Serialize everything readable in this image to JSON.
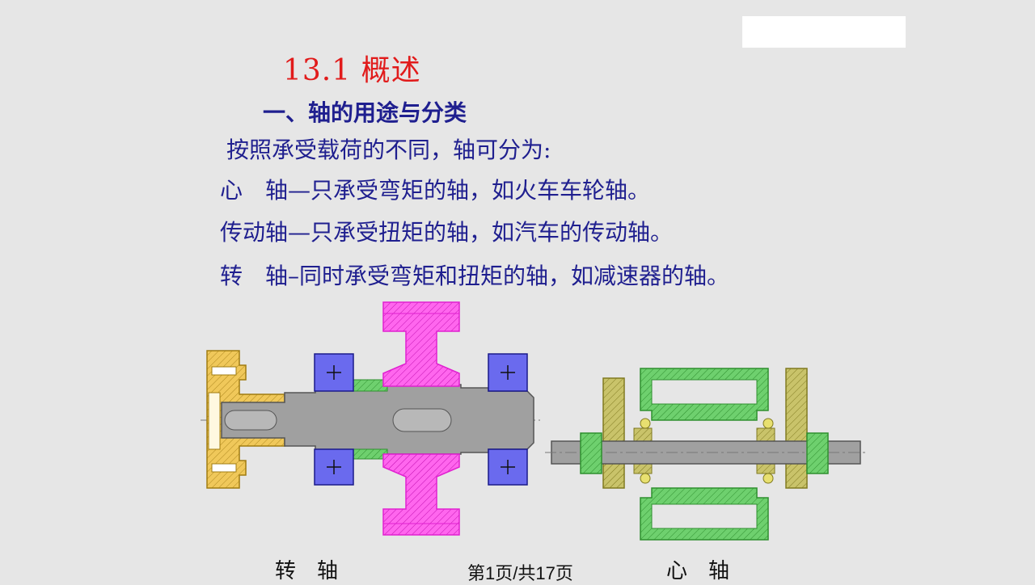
{
  "slide": {
    "title": "13.1  概述",
    "subtitle": "一、轴的用途与分类",
    "intro": "按照承受载荷的不同，轴可分为:",
    "lines": [
      "心　轴—只承受弯矩的轴，如火车车轮轴。",
      "传动轴—只承受扭矩的轴，如汽车的传动轴。",
      "转　轴–同时承受弯矩和扭矩的轴，如减速器的轴。"
    ],
    "captions": {
      "rotating_shaft": "转　轴",
      "mandrel": "心　轴"
    },
    "page": "第1页/共17页"
  },
  "colors": {
    "title": "#e11b1b",
    "text": "#1f1f8f",
    "background": "#e6e6e6"
  }
}
